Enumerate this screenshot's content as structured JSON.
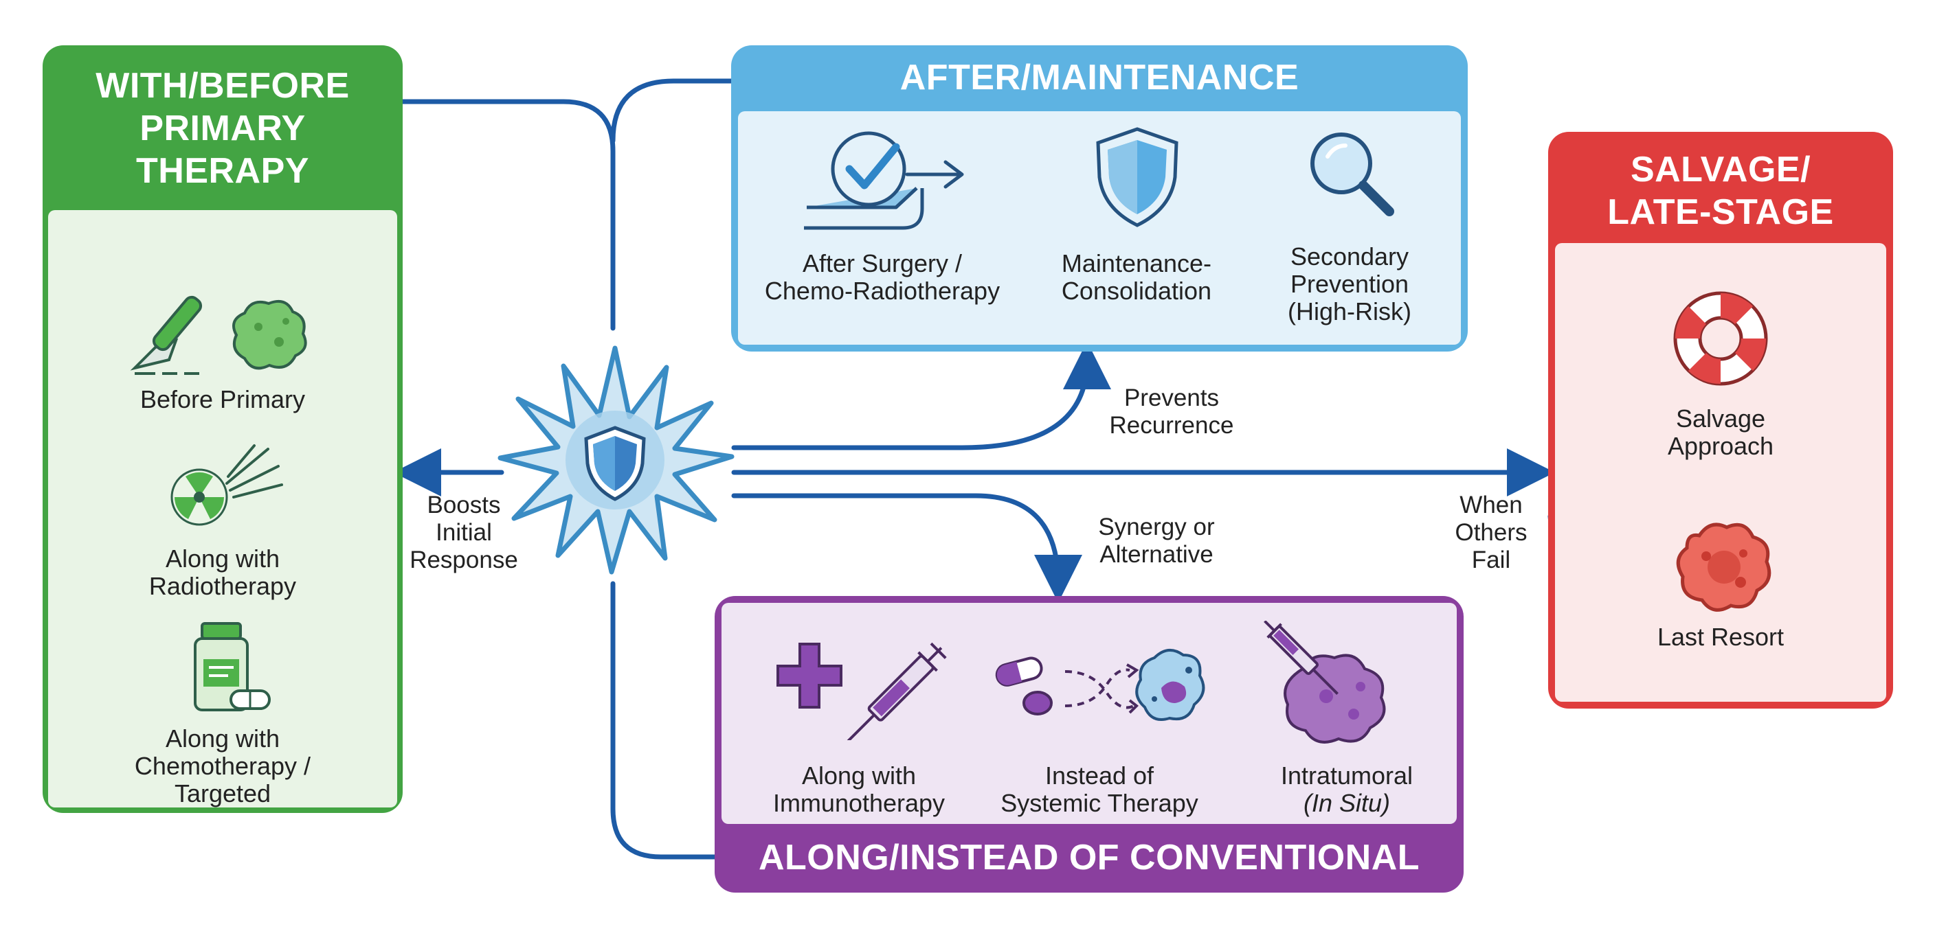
{
  "colors": {
    "green": "#43a443",
    "blue": "#5eb3e2",
    "red": "#df3d3d",
    "purple": "#8a3f9e",
    "connector": "#1d5ba6"
  },
  "center_icon": "immune-cell-shield-icon",
  "panels": {
    "with_before": {
      "title_lines": [
        "WITH/BEFORE",
        "PRIMARY",
        "THERAPY"
      ],
      "items": [
        {
          "icon": "scalpel-tumor-icon",
          "lines": [
            "Before Primary"
          ]
        },
        {
          "icon": "radiation-icon",
          "lines": [
            "Along with",
            "Radiotherapy"
          ]
        },
        {
          "icon": "medication-bottle-icon",
          "lines": [
            "Along with",
            "Chemotherapy /",
            "Targeted"
          ]
        }
      ]
    },
    "after_maintenance": {
      "title": "AFTER/MAINTENANCE",
      "items": [
        {
          "icon": "check-arrow-icon",
          "lines": [
            "After Surgery /",
            "Chemo-Radiotherapy"
          ]
        },
        {
          "icon": "shield-icon",
          "lines": [
            "Maintenance-",
            "Consolidation"
          ]
        },
        {
          "icon": "magnifier-icon",
          "lines": [
            "Secondary",
            "Prevention",
            "(High-Risk)"
          ]
        }
      ]
    },
    "salvage": {
      "title_lines": [
        "SALVAGE/",
        "LATE-STAGE"
      ],
      "items": [
        {
          "icon": "lifebuoy-icon",
          "lines": [
            "Salvage",
            "Approach"
          ]
        },
        {
          "icon": "tumor-icon",
          "lines": [
            "Last Resort"
          ]
        }
      ]
    },
    "along_instead": {
      "title": "ALONG/INSTEAD OF CONVENTIONAL",
      "items": [
        {
          "icon": "plus-syringe-icon",
          "lines": [
            "Along with",
            "Immunotherapy"
          ]
        },
        {
          "icon": "pills-to-cell-icon",
          "lines": [
            "Instead of",
            "Systemic Therapy"
          ]
        },
        {
          "icon": "injection-tumor-icon",
          "lines": [
            "Intratumoral",
            "(In Situ)"
          ]
        }
      ]
    }
  },
  "arrow_labels": {
    "boosts": [
      "Boosts",
      "Initial",
      "Response"
    ],
    "prevents": [
      "Prevents",
      "Recurrence"
    ],
    "synergy": [
      "Synergy or",
      "Alternative"
    ],
    "when_others_fail": [
      "When",
      "Others",
      "Fail"
    ]
  }
}
